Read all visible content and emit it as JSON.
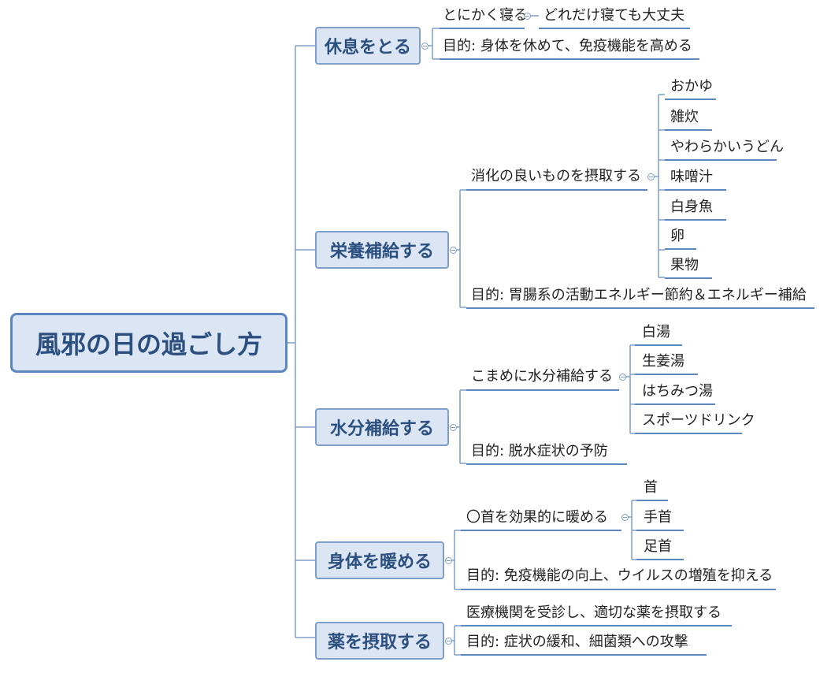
{
  "root": {
    "label": "風邪の日の過ごし方"
  },
  "topics": [
    {
      "label": "休息をとる",
      "items": [
        {
          "label": "とにかく寝る",
          "children": [
            "どれだけ寝ても大丈夫"
          ]
        },
        {
          "label": "目的: 身体を休めて、免疫機能を高める"
        }
      ]
    },
    {
      "label": "栄養補給する",
      "items": [
        {
          "label": "消化の良いものを摂取する",
          "children": [
            "おかゆ",
            "雑炊",
            "やわらかいうどん",
            "味噌汁",
            "白身魚",
            "卵",
            "果物"
          ]
        },
        {
          "label": "目的: 胃腸系の活動エネルギー節約＆エネルギー補給"
        }
      ]
    },
    {
      "label": "水分補給する",
      "items": [
        {
          "label": "こまめに水分補給する",
          "children": [
            "白湯",
            "生姜湯",
            "はちみつ湯",
            "スポーツドリンク"
          ]
        },
        {
          "label": "目的: 脱水症状の予防"
        }
      ]
    },
    {
      "label": "身体を暖める",
      "items": [
        {
          "label": "〇首を効果的に暖める",
          "children": [
            "首",
            "手首",
            "足首"
          ]
        },
        {
          "label": "目的: 免疫機能の向上、ウイルスの増殖を抑える"
        }
      ]
    },
    {
      "label": "薬を摂取する",
      "items": [
        {
          "label": "医療機関を受診し、適切な薬を摂取する"
        },
        {
          "label": "目的: 症状の緩和、細菌類への攻撃"
        }
      ]
    }
  ]
}
